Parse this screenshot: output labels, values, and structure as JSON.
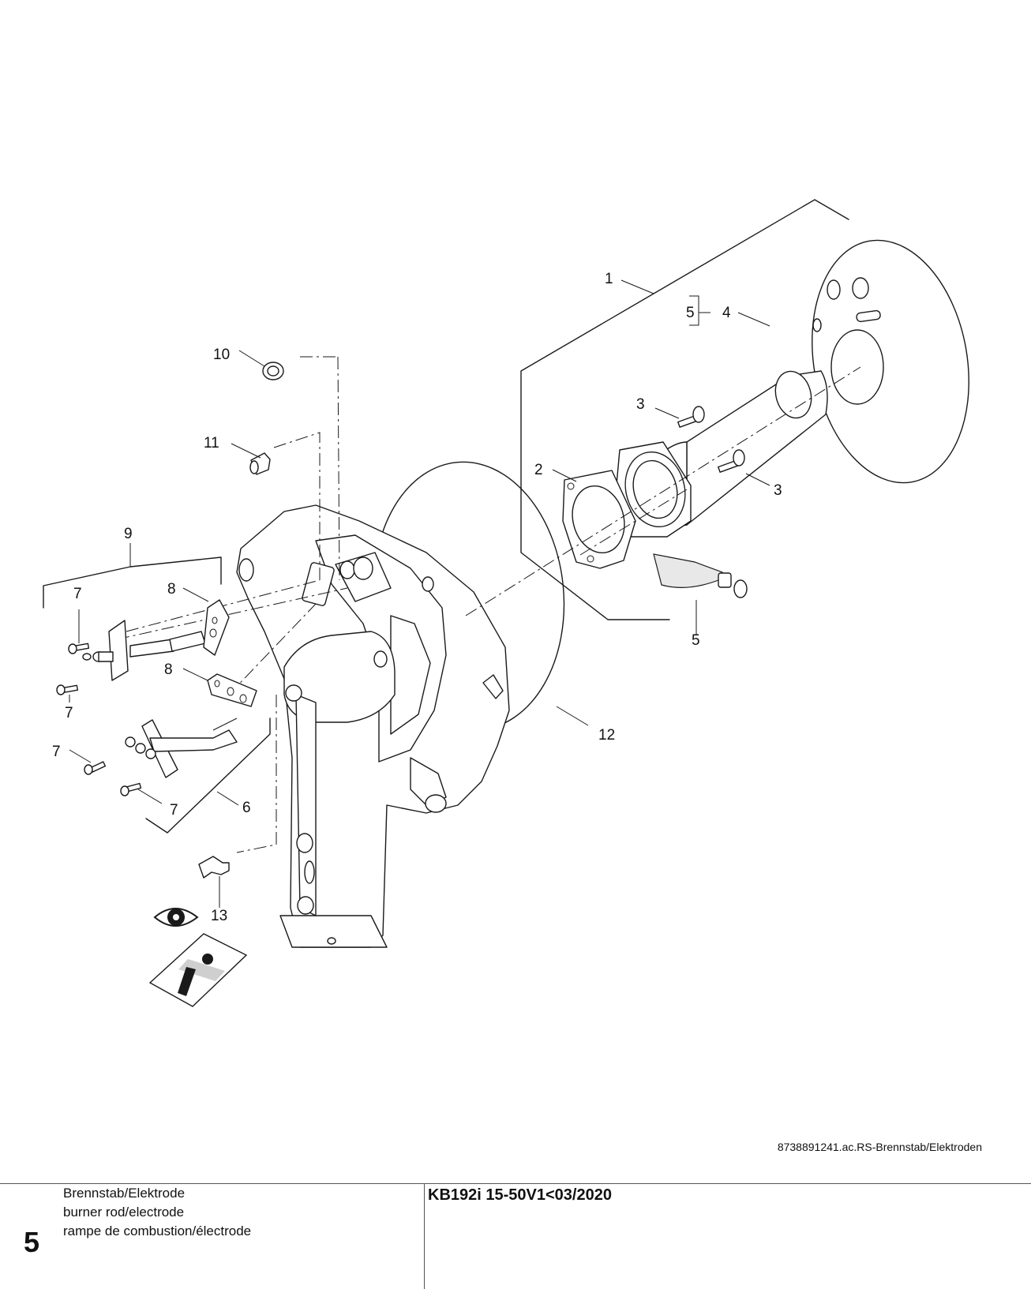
{
  "callouts": {
    "c1": "1",
    "c2": "2",
    "c3a": "3",
    "c3b": "3",
    "c4": "4",
    "c5a": "5",
    "c5b": "5",
    "c6": "6",
    "c7a": "7",
    "c7b": "7",
    "c7c": "7",
    "c7d": "7",
    "c8a": "8",
    "c8b": "8",
    "c9": "9",
    "c10": "10",
    "c11": "11",
    "c12": "12",
    "c13": "13"
  },
  "reference_code": "8738891241.ac.RS-Brennstab/Elektroden",
  "footer": {
    "page_number": "5",
    "description_de": "Brennstab/Elektrode",
    "description_en": "burner rod/electrode",
    "description_fr": "rampe de combustion/électrode",
    "model": "KB192i 15-50V1<03/2020"
  },
  "icons": {
    "eye": "eye-icon",
    "info": "info-manual-icon"
  }
}
